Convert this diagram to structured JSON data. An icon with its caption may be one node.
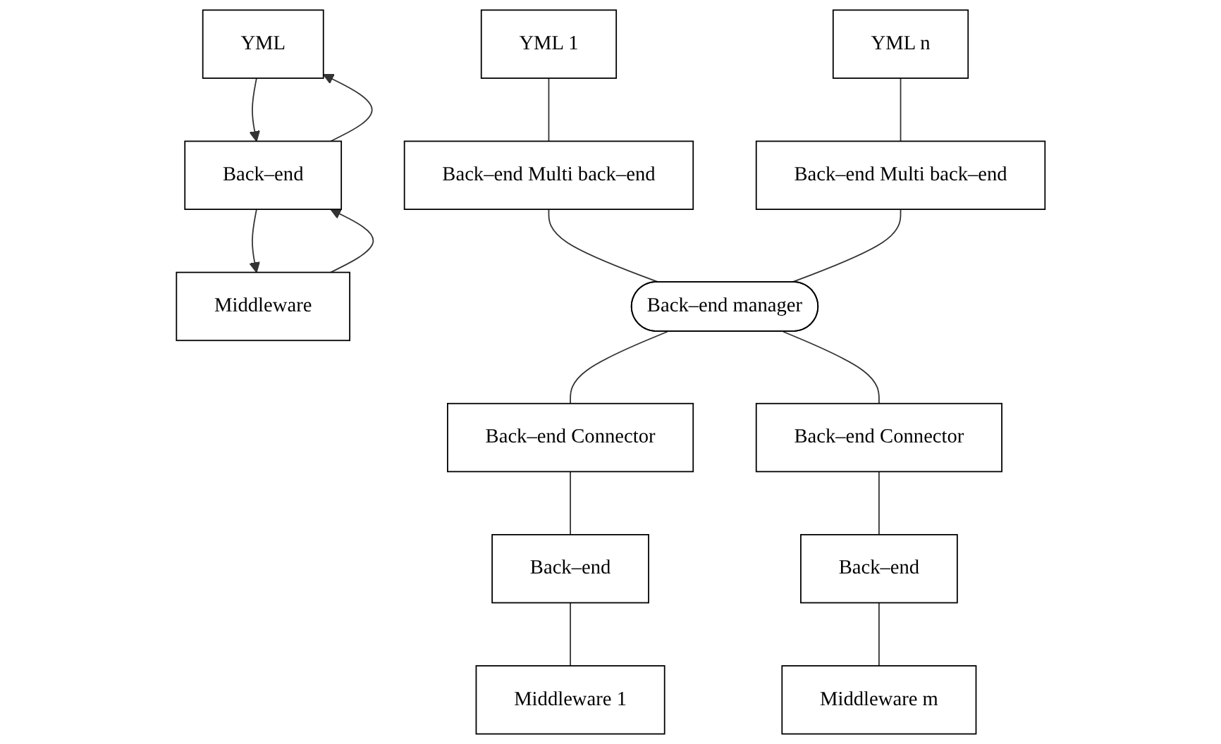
{
  "diagram": {
    "nodes": [
      {
        "text": [
          "YML"
        ]
      },
      {
        "text": [
          "Back–end"
        ]
      },
      {
        "text": [
          "Middleware"
        ]
      },
      {
        "text": [
          "YML 1"
        ]
      },
      {
        "text": [
          "YML n"
        ]
      },
      {
        "text": [
          "Back–end Multi back–end"
        ]
      },
      {
        "text": [
          "Back–end Multi back–end"
        ]
      },
      {
        "text": [
          "Back–end manager"
        ]
      },
      {
        "text": [
          "Back–end Connector"
        ]
      },
      {
        "text": [
          "Back–end Connector"
        ]
      },
      {
        "text": [
          "Back–end"
        ]
      },
      {
        "text": [
          "Back–end"
        ]
      },
      {
        "text": [
          "Middleware 1"
        ]
      },
      {
        "text": [
          "Middleware m"
        ]
      }
    ],
    "edges": [
      {
        "from": 1,
        "to": 0,
        "arrow": "to"
      },
      {
        "from": 0,
        "to": 1,
        "arrow": "to"
      },
      {
        "from": 1,
        "to": 2,
        "arrow": "to"
      },
      {
        "from": 2,
        "to": 1,
        "arrow": "to"
      },
      {
        "from": 3,
        "to": 5,
        "arrow": "none"
      },
      {
        "from": 4,
        "to": 6,
        "arrow": "none"
      },
      {
        "from": 5,
        "to": 7,
        "arrow": "none"
      },
      {
        "from": 6,
        "to": 7,
        "arrow": "none"
      },
      {
        "from": 7,
        "to": 8,
        "arrow": "none"
      },
      {
        "from": 7,
        "to": 9,
        "arrow": "none"
      },
      {
        "from": 8,
        "to": 10,
        "arrow": "none"
      },
      {
        "from": 9,
        "to": 11,
        "arrow": "none"
      },
      {
        "from": 10,
        "to": 12,
        "arrow": "none"
      },
      {
        "from": 11,
        "to": 13,
        "arrow": "none"
      }
    ]
  }
}
